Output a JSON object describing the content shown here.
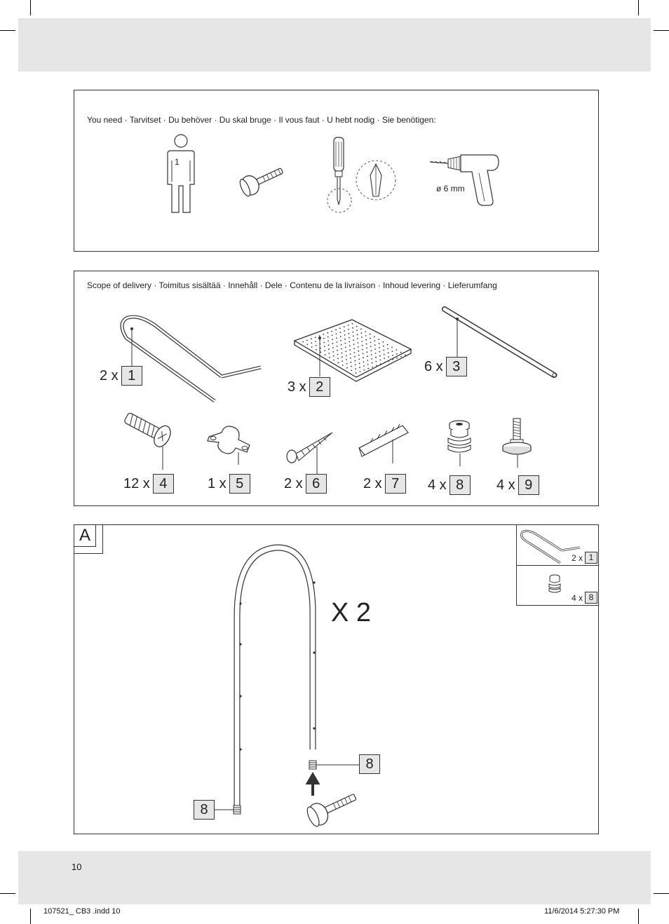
{
  "tools_section": {
    "title": "You need · Tarvitset · Du behöver · Du skal bruge · Il vous faut · U hebt nodig · Sie benötigen:",
    "person_count": "1",
    "drill_label": "ø 6 mm"
  },
  "delivery_section": {
    "title": "Scope of delivery · Toimitus sisältää · Innehåll · Dele · Contenu de la livraison · Inhoud levering · Lieferumfang",
    "parts": [
      {
        "qty": "2 x",
        "num": "1"
      },
      {
        "qty": "3 x",
        "num": "2"
      },
      {
        "qty": "6 x",
        "num": "3"
      },
      {
        "qty": "12 x",
        "num": "4"
      },
      {
        "qty": "1 x",
        "num": "5"
      },
      {
        "qty": "2 x",
        "num": "6"
      },
      {
        "qty": "2 x",
        "num": "7"
      },
      {
        "qty": "4 x",
        "num": "8"
      },
      {
        "qty": "4 x",
        "num": "9"
      }
    ]
  },
  "step_a": {
    "step_label": "A",
    "multiplier": "X 2",
    "callout_left": "8",
    "callout_right": "8",
    "inset": [
      {
        "qty": "2 x",
        "num": "1"
      },
      {
        "qty": "4 x",
        "num": "8"
      }
    ]
  },
  "page_number": "10",
  "footer": {
    "file": "107521_ CB3 .indd   10",
    "timestamp": "11/6/2014   5:27:30 PM"
  }
}
